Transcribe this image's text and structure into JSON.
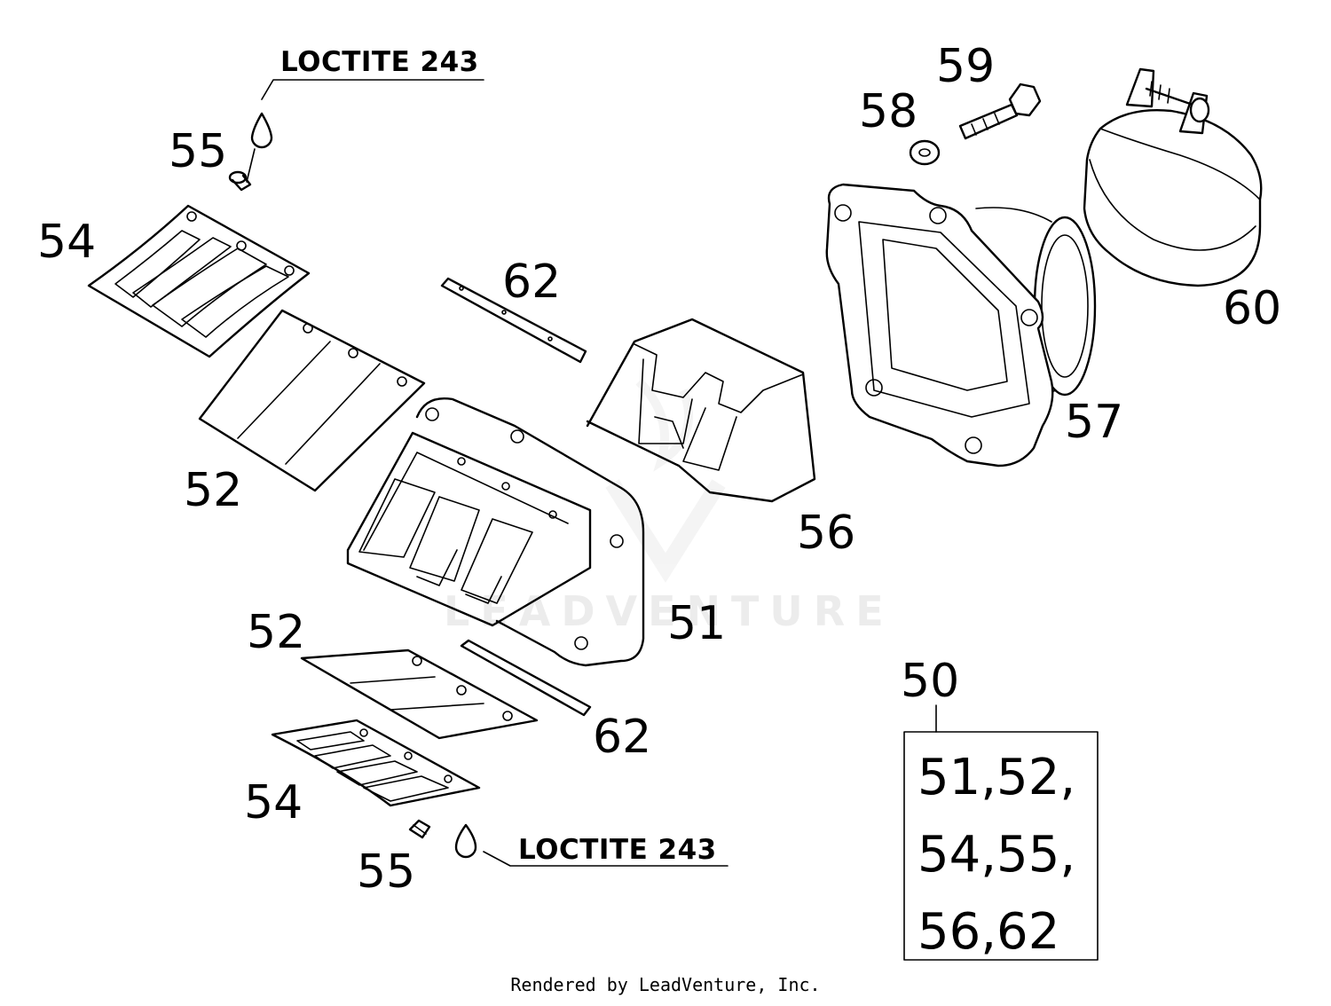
{
  "callouts": {
    "c50": "50",
    "c51": "51",
    "c52a": "52",
    "c52b": "52",
    "c54a": "54",
    "c54b": "54",
    "c55a": "55",
    "c55b": "55",
    "c56": "56",
    "c57": "57",
    "c58": "58",
    "c59": "59",
    "c60": "60",
    "c62a": "62",
    "c62b": "62"
  },
  "notes": {
    "loctite_top": "LOCTITE 243",
    "loctite_bottom": "LOCTITE 243"
  },
  "kit": {
    "line1": "51,52,",
    "line2": "54,55,",
    "line3": "56,62"
  },
  "watermark": "LEADVENTURE",
  "footer": "Rendered by LeadVenture, Inc."
}
